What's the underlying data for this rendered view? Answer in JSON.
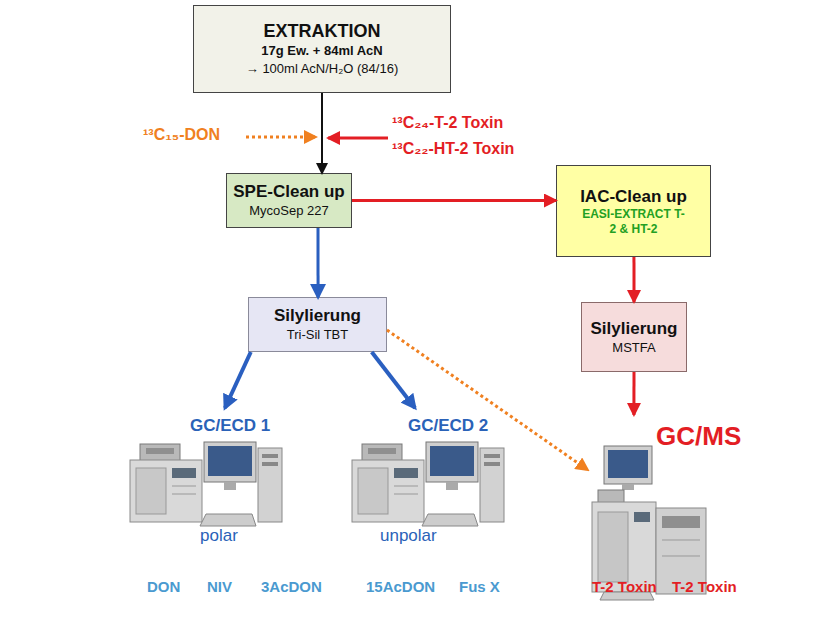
{
  "diagram": {
    "nodes": [
      {
        "text": [
          "EXTRAKTION",
          "17g Ew. + 84ml AcN",
          "→ 100ml AcN/H₂O (84/16)"
        ]
      },
      {
        "text": [
          "SPE-Clean up",
          "MycoSep 227"
        ]
      },
      {
        "text": [
          "IAC-Clean up",
          "EASI-EXTRACT T-2 & HT-2"
        ]
      },
      {
        "text": [
          "Silylierung",
          "Tri-Sil TBT"
        ]
      },
      {
        "text": [
          "Silylierung",
          "MSTFA"
        ]
      },
      {
        "text": [
          "GC/ECD 1",
          "polar"
        ]
      },
      {
        "text": [
          "GC/ECD 2",
          "unpolar"
        ]
      },
      {
        "text": [
          "GC/MS"
        ]
      }
    ],
    "edges": [
      {
        "from": 0,
        "to": 1,
        "arrow": "to"
      },
      {
        "from": 1,
        "to": 2,
        "arrow": "to"
      },
      {
        "from": 1,
        "to": 3,
        "arrow": "to"
      },
      {
        "from": 2,
        "to": 4,
        "arrow": "to"
      },
      {
        "from": 4,
        "to": 7,
        "arrow": "to"
      },
      {
        "from": 3,
        "to": 5,
        "arrow": "to"
      },
      {
        "from": 3,
        "to": 6,
        "arrow": "to"
      },
      {
        "from": 3,
        "to": 7,
        "arrow": "to"
      }
    ],
    "labels": [
      "¹³C₁₅-DON",
      "¹³C₂₄-T-2 Toxin",
      "¹³C₂₂-HT-2 Toxin",
      "DON",
      "NIV",
      "3AcDON",
      "15AcDON",
      "Fus X",
      "T-2 Toxin",
      "T-2 Toxin"
    ]
  }
}
